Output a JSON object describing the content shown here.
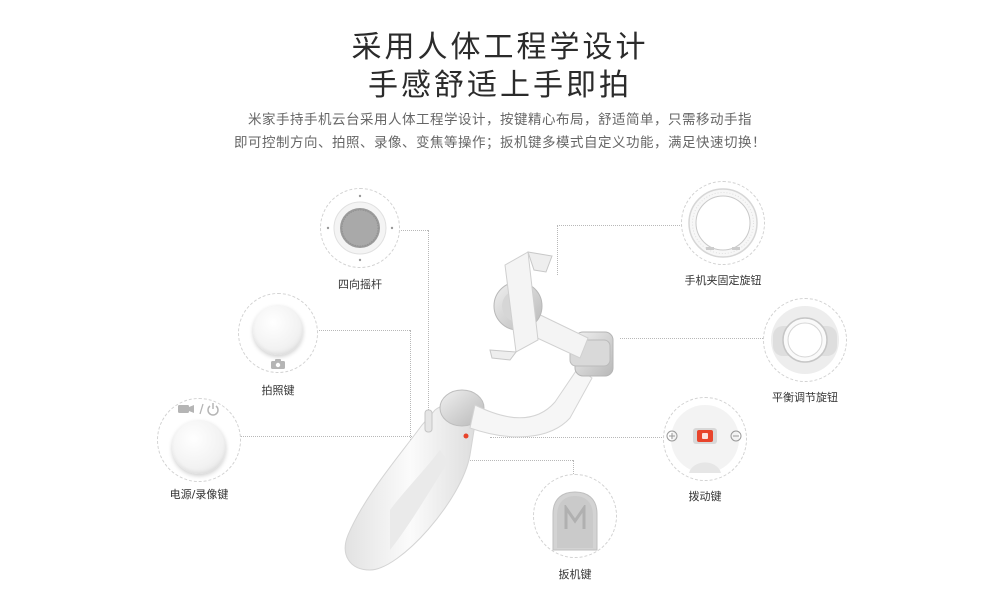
{
  "heading": {
    "line1": "采用人体工程学设计",
    "line2": "手感舒适上手即拍"
  },
  "description": {
    "line1": "米家手持手机云台采用人体工程学设计，按键精心布局，舒适简单，只需移动手指",
    "line2": "即可控制方向、拍照、录像、变焦等操作；扳机键多模式自定义功能，满足快速切换！"
  },
  "features": {
    "joystick": "四向摇杆",
    "shutter": "拍照键",
    "power_record": "电源/录像键",
    "phone_clamp": "手机夹固定旋钮",
    "balance": "平衡调节旋钮",
    "toggle": "拨动键",
    "trigger": "扳机键"
  },
  "icons": {
    "joystick": "joystick-icon",
    "shutter": "camera-icon",
    "power_record": "video-power-icon",
    "toggle_plus": "plus-icon",
    "toggle_minus": "minus-icon",
    "trigger_mark": "m-letter-icon"
  },
  "colors": {
    "accent": "#e8442b",
    "body": "#f2f2f2",
    "metal": "#c8c8c8"
  }
}
